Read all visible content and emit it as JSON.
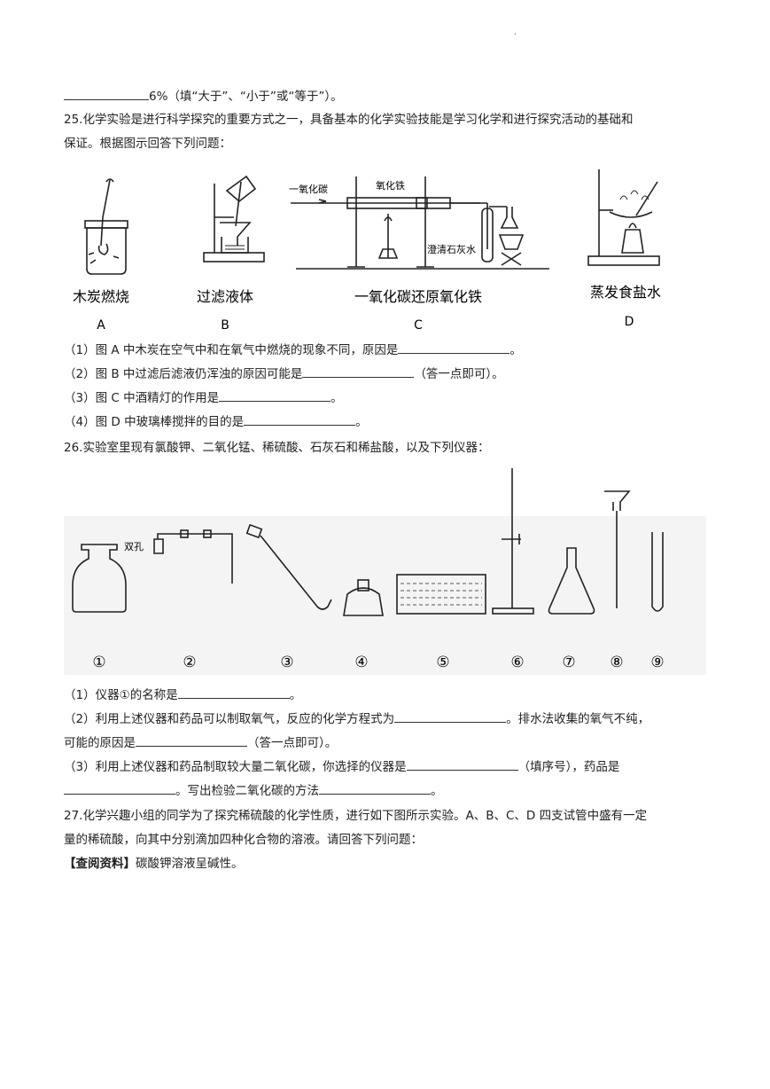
{
  "top_dot": "·",
  "q24_tail": "6%（填“大于”、“小于”或“等于”）。",
  "q25": {
    "intro1": "25.化学实验是进行科学探究的重要方式之一，具备基本的化学实验技能是学习化学和进行探究活动的基础和",
    "intro2": "保证。根据图示回答下列问题：",
    "fig": {
      "a_caption": "木炭燃烧",
      "a_letter": "A",
      "b_caption": "过滤液体",
      "b_letter": "B",
      "c_caption": "一氧化碳还原氧化铁",
      "c_letter": "C",
      "c_label_co": "一氧化碳",
      "c_label_fe2o3": "氧化铁",
      "c_label_limewater": "澄清石灰水",
      "d_caption": "蒸发食盐水",
      "d_letter": "D"
    },
    "q1_pre": "（1）图 A 中木炭在空气中和在氧气中燃烧的现象不同，原因是",
    "q1_post": "。",
    "q2_pre": "（2）图 B 中过滤后滤液仍浑浊的原因可能是",
    "q2_post": "（答一点即可）。",
    "q3_pre": "（3）图 C 中酒精灯的作用是",
    "q3_post": "。",
    "q4_pre": "（4）图 D 中玻璃棒搅拌的目的是",
    "q4_post": "。"
  },
  "q26": {
    "intro": "26.实验室里现有氯酸钾、二氧化锰、稀硫酸、石灰石和稀盐酸，以及下列仪器：",
    "fig": {
      "double_hole": "双孔",
      "labels": [
        "①",
        "②",
        "③",
        "④",
        "⑤",
        "⑥",
        "⑦",
        "⑧",
        "⑨"
      ]
    },
    "q1_pre": "（1）仪器①的名称是",
    "q1_post": "。",
    "q2_pre": "（2）利用上述仪器和药品可以制取氧气，反应的化学方程式为",
    "q2_mid": "。排水法收集的氧气不纯，",
    "q2_line2_pre": "可能的原因是",
    "q2_line2_post": "（答一点即可）。",
    "q3_pre": "（3）利用上述仪器和药品制取较大量二氧化碳，你选择的仪器是",
    "q3_mid": "（填序号），药品是",
    "q3_line2_mid": "。写出检验二氧化碳的方法",
    "q3_line2_post": "。"
  },
  "q27": {
    "intro1": "27.化学兴趣小组的同学为了探究稀硫酸的化学性质，进行如下图所示实验。A、B、C、D 四支试管中盛有一定",
    "intro2": "量的稀硫酸，向其中分别滴加四种化合物的溶液。请回答下列问题：",
    "resource_label": "【查阅资料】",
    "resource_text": "碳酸钾溶液呈碱性。"
  }
}
